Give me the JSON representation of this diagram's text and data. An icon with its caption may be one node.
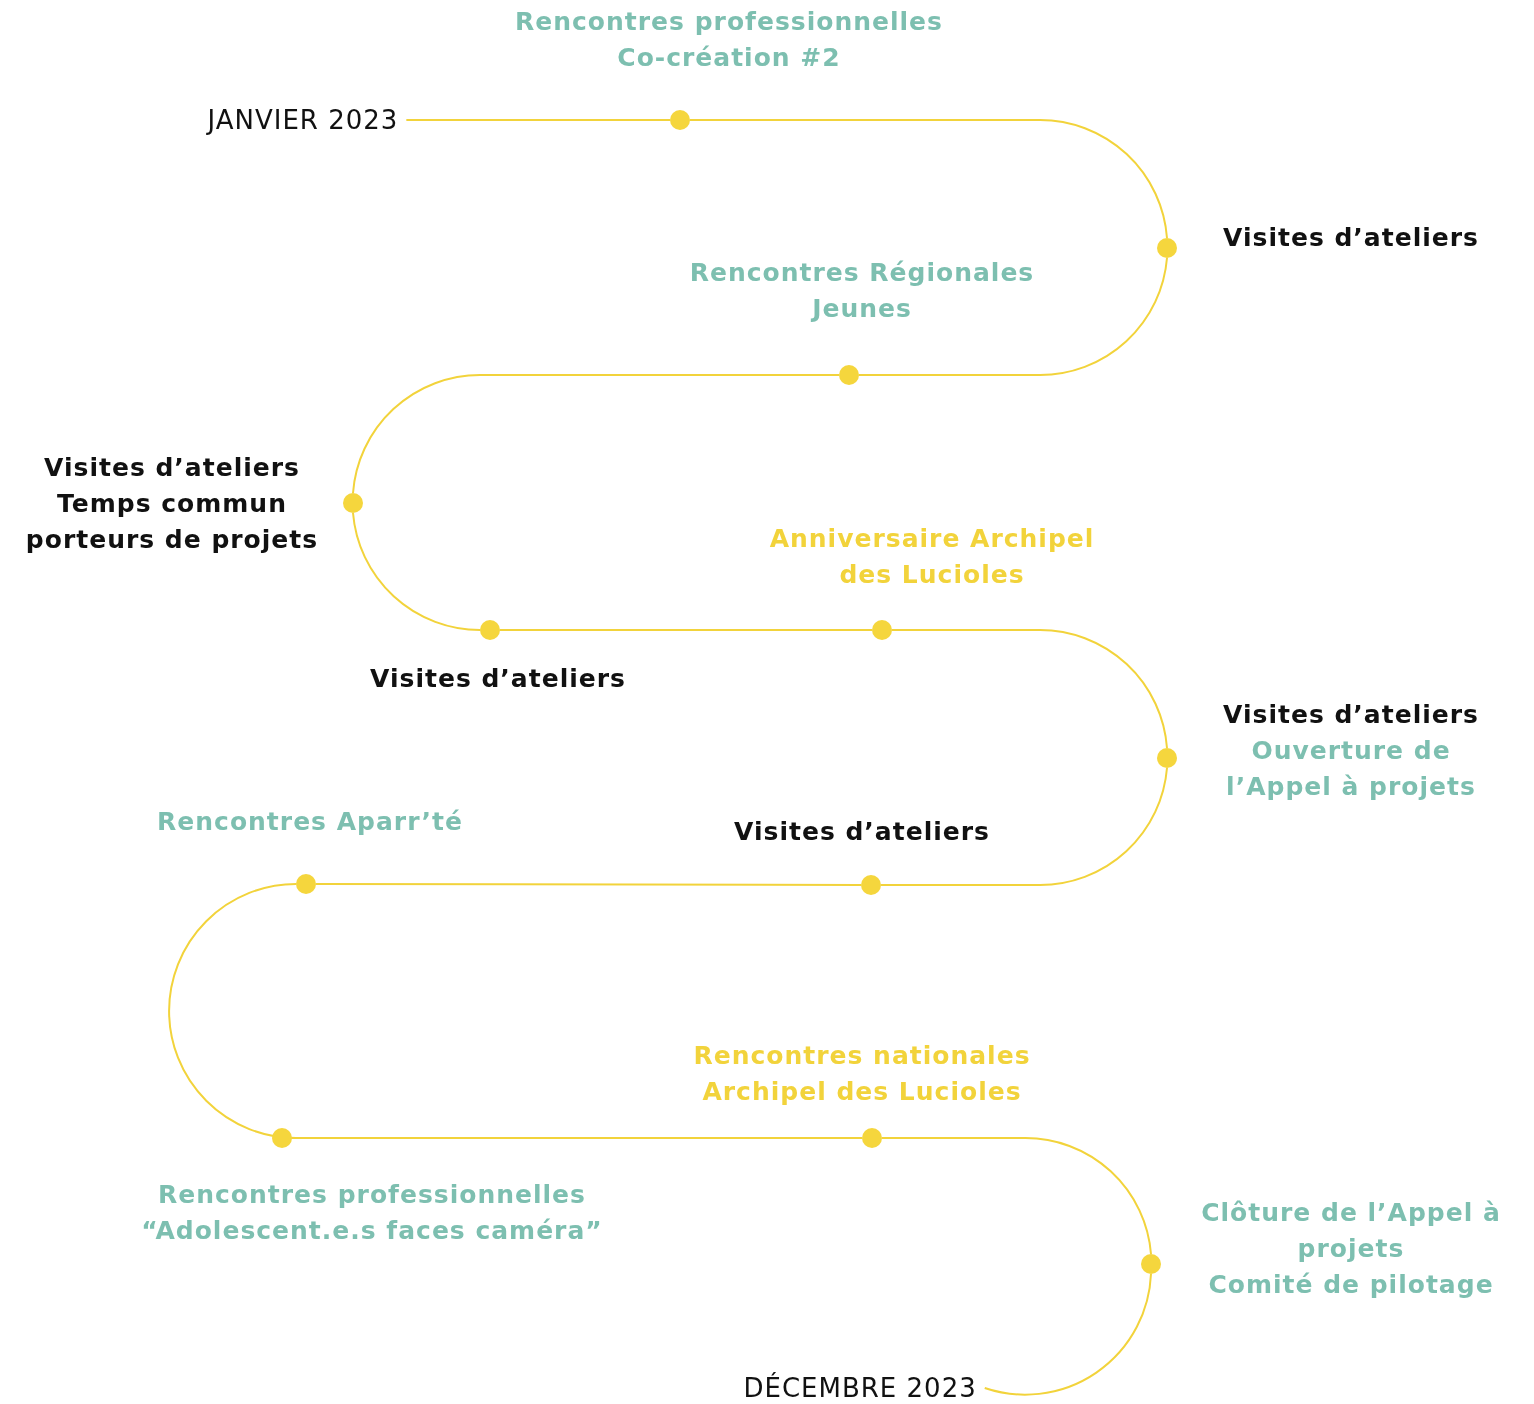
{
  "diagram": {
    "nodes": [
      {
        "text": [
          "JANVIER 2023"
        ]
      },
      {
        "text": [],
        "shape": "circle",
        "beside": [
          "Rencontres professionnelles Co-création #2"
        ]
      },
      {
        "text": [],
        "shape": "circle",
        "beside": [
          "Visites d’ateliers"
        ]
      },
      {
        "text": [],
        "shape": "circle",
        "beside": [
          "Rencontres Régionales Jeunes"
        ]
      },
      {
        "text": [],
        "shape": "circle",
        "beside": [
          "Visites d’ateliers",
          "Temps commun porteurs de projets"
        ]
      },
      {
        "text": [],
        "shape": "circle",
        "beside": [
          "Visites d’ateliers"
        ]
      },
      {
        "text": [],
        "shape": "circle",
        "beside": [
          "Anniversaire Archipel des Lucioles"
        ]
      },
      {
        "text": [],
        "shape": "circle",
        "beside": [
          "Visites d’ateliers",
          "Ouverture de l’Appel à projets"
        ]
      },
      {
        "text": [],
        "shape": "circle",
        "beside": [
          "Visites d’ateliers"
        ]
      },
      {
        "text": [],
        "shape": "circle",
        "beside": [
          "Rencontres Aparr’té"
        ]
      },
      {
        "text": [],
        "shape": "circle",
        "beside": [
          "Rencontres professionnelles “Adolescent.e.s faces caméra”"
        ]
      },
      {
        "text": [],
        "shape": "circle",
        "beside": [
          "Rencontres nationales Archipel des Lucioles"
        ]
      },
      {
        "text": [],
        "shape": "circle",
        "beside": [
          "Clôture de l’Appel à projets",
          "Comité de pilotage"
        ]
      },
      {
        "text": [
          "DÉCEMBRE 2023"
        ]
      }
    ],
    "edges": [
      {
        "from": 0,
        "to": 1,
        "arrow": "none"
      },
      {
        "from": 1,
        "to": 2,
        "arrow": "none"
      },
      {
        "from": 2,
        "to": 3,
        "arrow": "none"
      },
      {
        "from": 3,
        "to": 4,
        "arrow": "none"
      },
      {
        "from": 4,
        "to": 5,
        "arrow": "none"
      },
      {
        "from": 5,
        "to": 6,
        "arrow": "none"
      },
      {
        "from": 6,
        "to": 7,
        "arrow": "none"
      },
      {
        "from": 7,
        "to": 8,
        "arrow": "none"
      },
      {
        "from": 8,
        "to": 9,
        "arrow": "none"
      },
      {
        "from": 9,
        "to": 10,
        "arrow": "none"
      },
      {
        "from": 10,
        "to": 11,
        "arrow": "none"
      },
      {
        "from": 11,
        "to": 12,
        "arrow": "none"
      },
      {
        "from": 12,
        "to": 13,
        "arrow": "none"
      }
    ]
  }
}
